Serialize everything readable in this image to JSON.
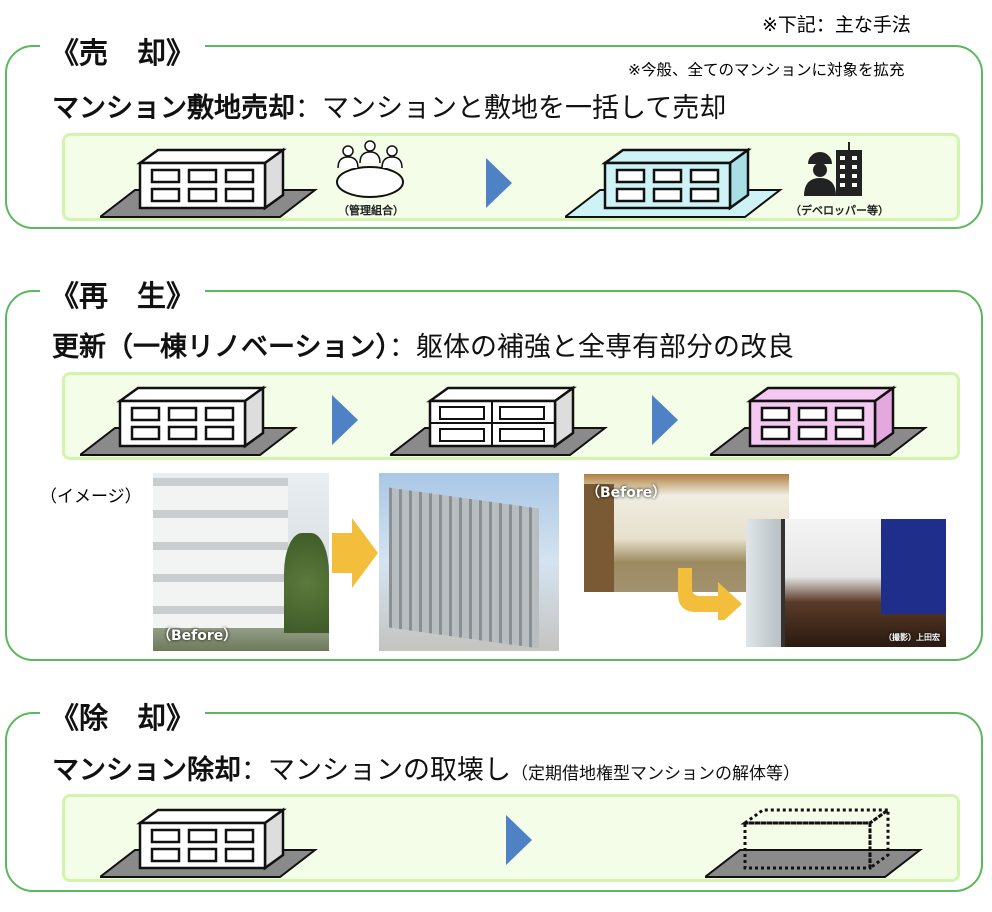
{
  "note_top": "※下記：主な手法",
  "sections": [
    {
      "title": "《売　却》",
      "note": "※今般、全てのマンションに対象を拡充",
      "heading_bold": "マンション敷地売却",
      "heading_rest": "：マンションと敷地を一括して売却",
      "captions": [
        "（管理組合）",
        "（デベロッパー等）"
      ]
    },
    {
      "title": "《再　生》",
      "heading_bold": "更新（一棟リノベーション）",
      "heading_rest": "：躯体の補強と全専有部分の改良",
      "image_label": "（イメージ）",
      "photo_labels": [
        "（Before）",
        "（Before）"
      ],
      "photo_credit": "（撮影）上田宏"
    },
    {
      "title": "《除　却》",
      "heading_bold": "マンション除却",
      "heading_rest": "：マンションの取壊し",
      "heading_note": "（定期借地権型マンションの解体等）"
    }
  ],
  "colors": {
    "border": "#5cb85c",
    "band": "#f4fde8",
    "arrow": "#4f82c4",
    "yellow_arrow": "#f3be3c",
    "sold_building": "#cdf3f7",
    "renovated_building": "#f4c8f0"
  }
}
